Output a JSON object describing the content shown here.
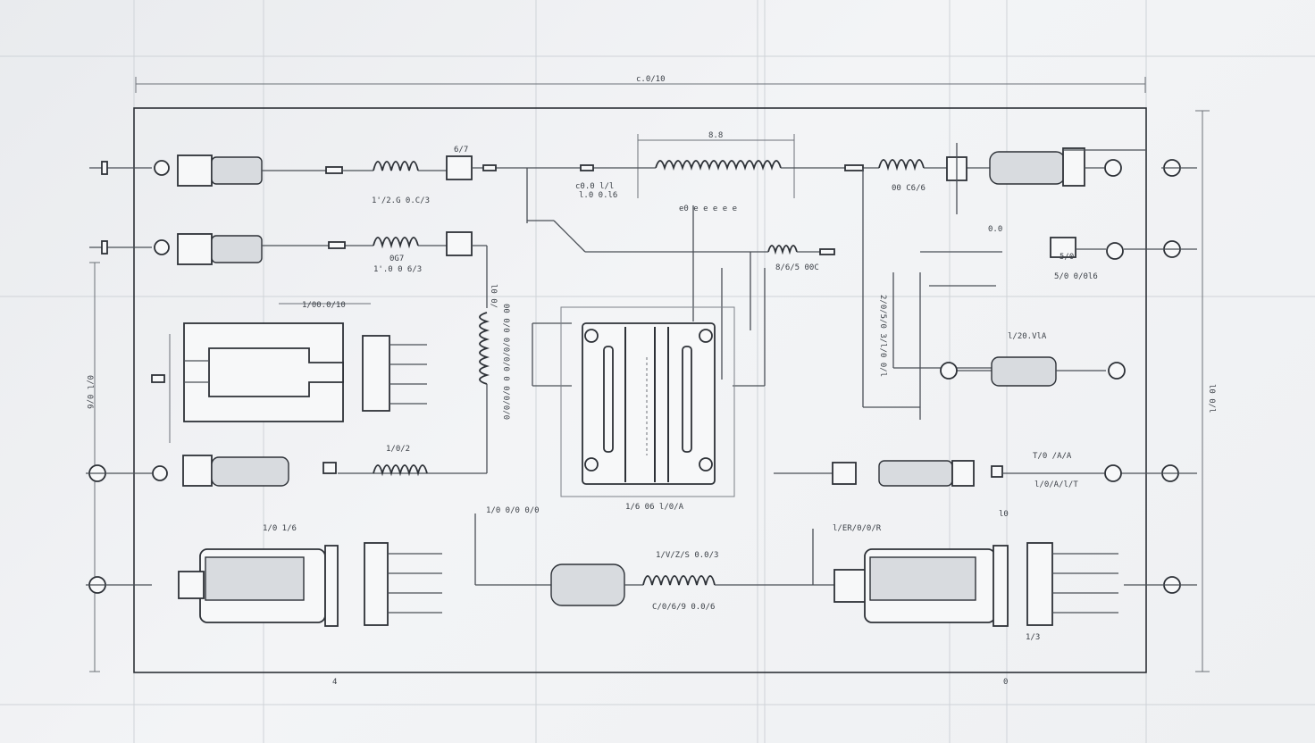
{
  "diagram": {
    "top_dimension": "c.0/10",
    "bottom_marks": [
      "4",
      "0"
    ],
    "left_dimension": "0/l 0/6",
    "right_dimension": "l0 0/l",
    "labels": {
      "r1_top": "6/7",
      "r1_bottom": "1'/2.G 0.C/3",
      "r2_top": "0G7",
      "r2_bottom": "1'.0 0 6/3",
      "long_res_top": "8.8",
      "long_res_bottom": "e0 e e e e e",
      "small_top": "c0.0 l/l",
      "small_bottom": "l.0 0.l6",
      "r3_bottom": "00 C6/6",
      "cap_right_top": "0.0",
      "cap_right_mid": "5/0",
      "cap_right_bottom": "5/0 0/0l6",
      "mid_small": "8/6/5 00C",
      "vertical_res": "00 0/0 0/0/0/0 0 0/0/0/0",
      "vertical_res_tag": "l0 0/",
      "block_top": "1/00.0/10",
      "module_bottom": "1/6 06 l/0/A",
      "mid_ca": "2/0/5/0 3/l/0 0/l",
      "cap_mid_right": "l/20.VlA",
      "b_row_left": "1/0 1/6",
      "b_row_mid": "1/0 0/0 0/0",
      "b_row_right_1": "T/0 /A/A",
      "b_row_right_2": "l/0/A/l/T",
      "connector_left_tag": "1/0/2",
      "coil_bottom_1": "1/V/Z/S 0.0/3",
      "coil_bottom_2": "C/0/6/9 0.0/6",
      "module_right_tag": "l/ER/0/0/R",
      "right_connector_tag": "l0",
      "bottom_right_tag": "1/3"
    }
  }
}
